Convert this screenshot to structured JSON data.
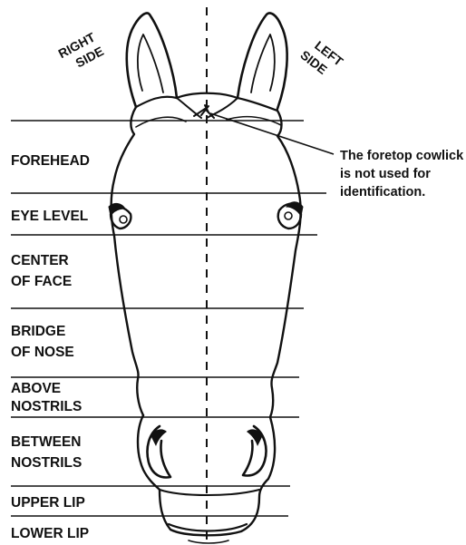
{
  "side_labels": {
    "right": [
      "RIGHT",
      "SIDE"
    ],
    "left": [
      "LEFT",
      "SIDE"
    ]
  },
  "regions": [
    [
      "FOREHEAD"
    ],
    [
      "EYE LEVEL"
    ],
    [
      "CENTER",
      "OF FACE"
    ],
    [
      "BRIDGE",
      "OF NOSE"
    ],
    [
      "ABOVE",
      "NOSTRILS"
    ],
    [
      "BETWEEN",
      "NOSTRILS"
    ],
    [
      "UPPER LIP"
    ],
    [
      "LOWER LIP"
    ]
  ],
  "annotation": [
    "The foretop cowlick",
    "is not used for",
    "identification."
  ],
  "colors": {
    "ink": "#111111",
    "background": "#ffffff"
  }
}
